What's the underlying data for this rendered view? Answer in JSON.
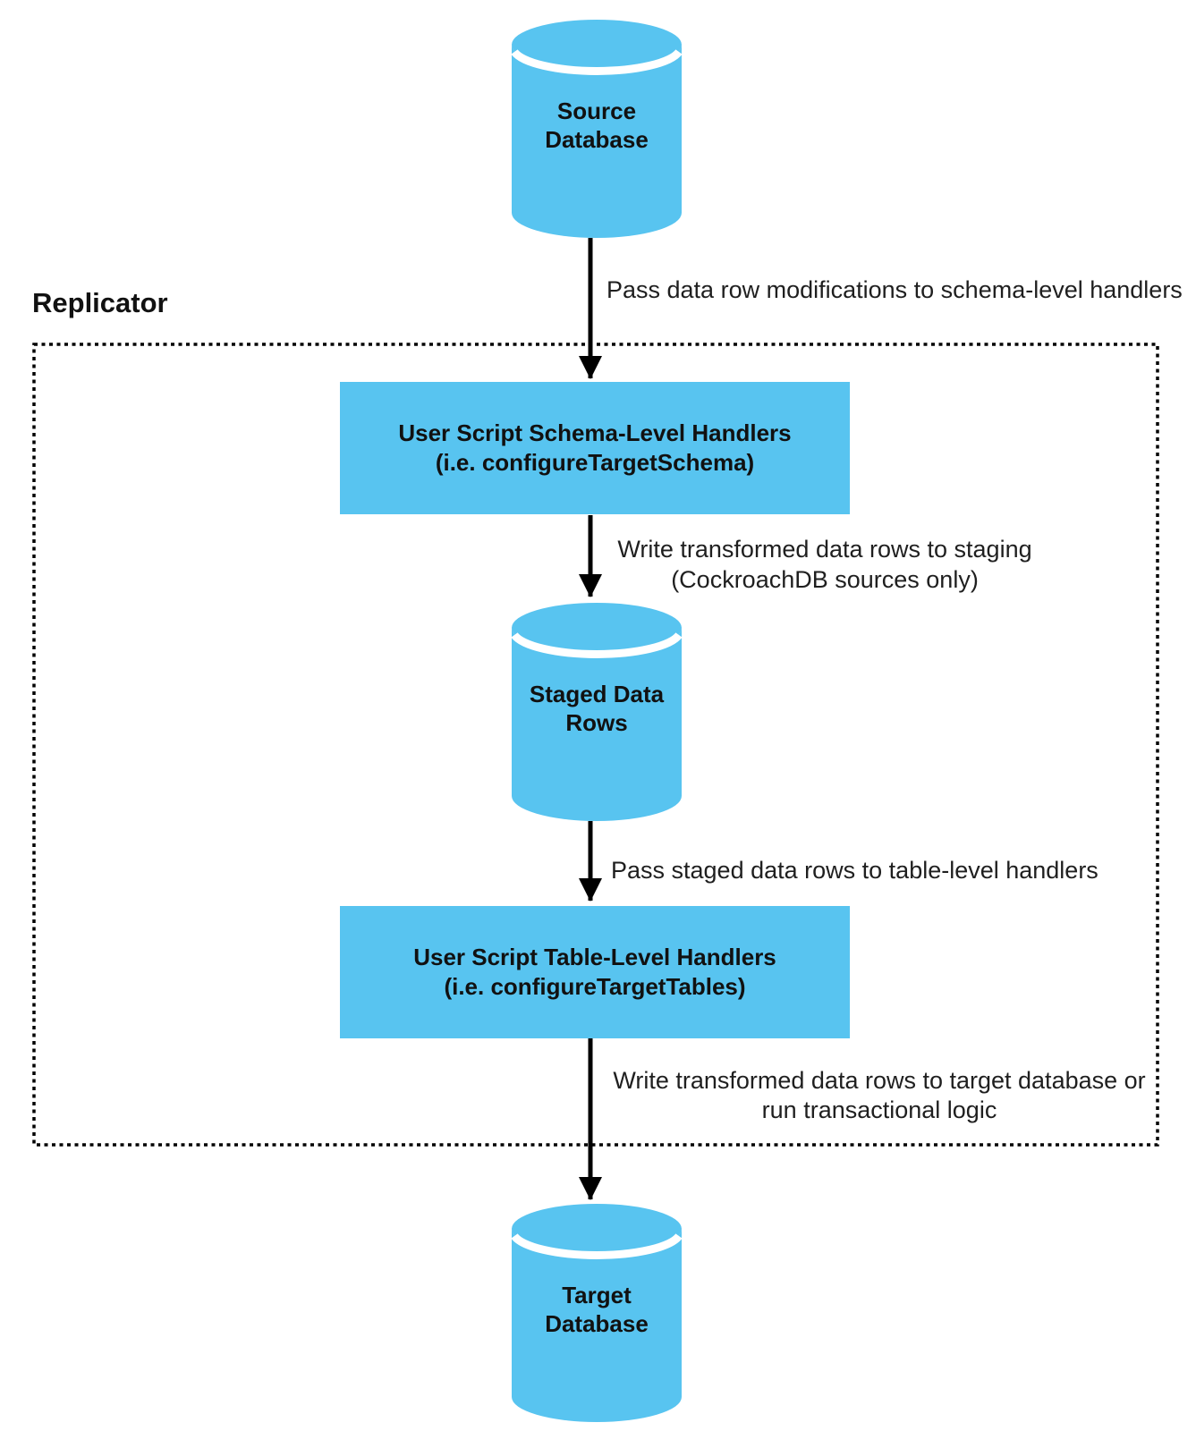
{
  "diagram": {
    "replicator_label": "Replicator",
    "colors": {
      "node_fill": "#58C4F0",
      "outline": "#000000",
      "label_text": "#111111"
    },
    "nodes": {
      "source_db": {
        "line1": "Source",
        "line2": "Database"
      },
      "schema_handlers": {
        "line1": "User Script Schema-Level Handlers",
        "line2": "(i.e. configureTargetSchema)"
      },
      "staged_rows": {
        "line1": "Staged Data",
        "line2": "Rows"
      },
      "table_handlers": {
        "line1": "User Script Table-Level Handlers",
        "line2": "(i.e. configureTargetTables)"
      },
      "target_db": {
        "line1": "Target",
        "line2": "Database"
      }
    },
    "edges": {
      "source_to_schema": {
        "label": "Pass data row modifications to schema-level handlers"
      },
      "schema_to_staged": {
        "line1": "Write transformed data rows to staging",
        "line2": "(CockroachDB sources only)"
      },
      "staged_to_table": {
        "label": "Pass staged data rows to table-level handlers"
      },
      "table_to_target": {
        "line1": "Write transformed data rows to target database or",
        "line2": "run transactional logic"
      }
    }
  }
}
